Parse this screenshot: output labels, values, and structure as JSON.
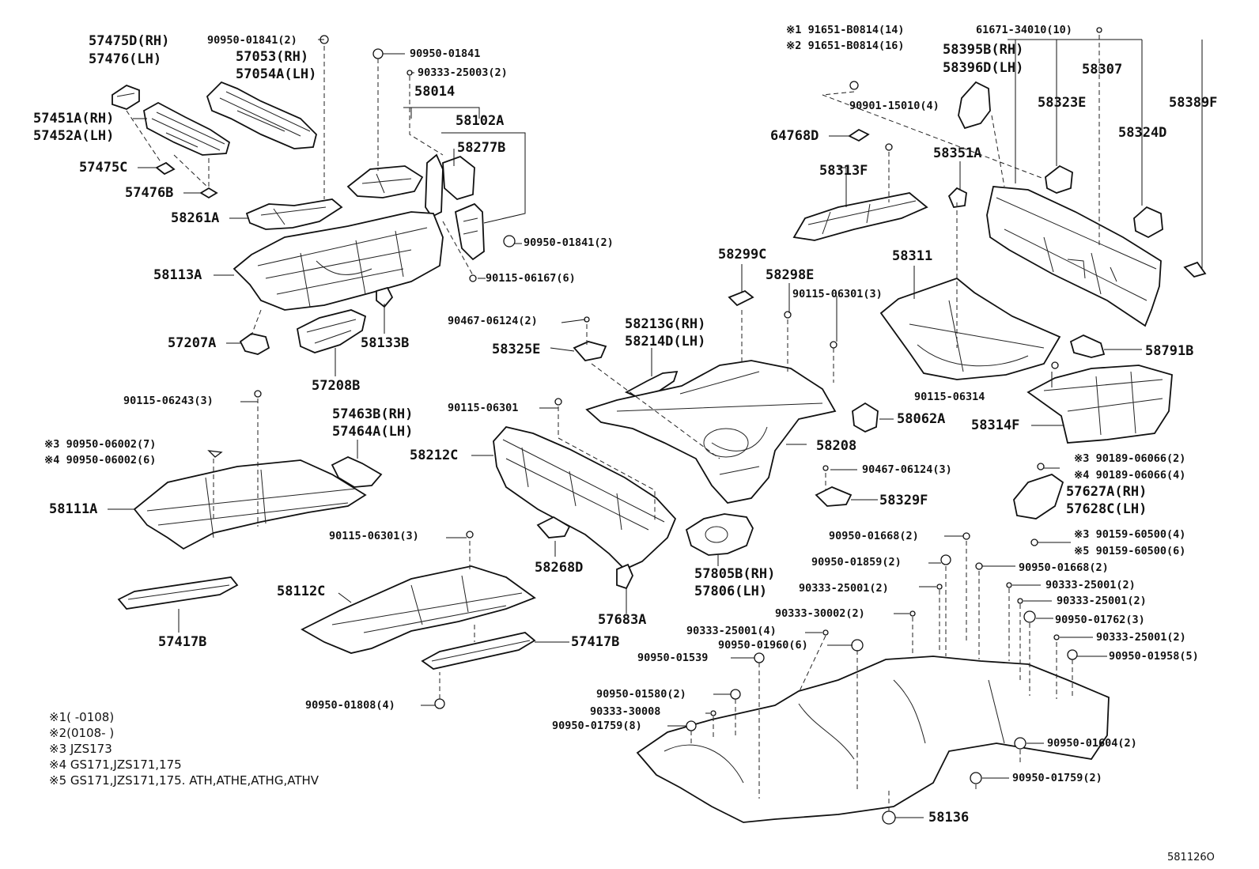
{
  "labels": {
    "l_57475D": "57475D(RH)",
    "l_57476": "57476(LH)",
    "l_90950_01841_2a": "90950-01841(2)",
    "l_57053": "57053(RH)",
    "l_57054A": "57054A(LH)",
    "l_90950_01841": "90950-01841",
    "l_90333_25003": "90333-25003(2)",
    "l_58014": "58014",
    "l_58102A": "58102A",
    "l_58277B": "58277B",
    "l_57451A": "57451A(RH)",
    "l_57452A": "57452A(LH)",
    "l_57475C": "57475C",
    "l_57476B": "57476B",
    "l_58261A": "58261A",
    "l_90950_01841_2b": "90950-01841(2)",
    "l_90115_06167": "90115-06167(6)",
    "l_58113A": "58113A",
    "l_57207A": "57207A",
    "l_58133B": "58133B",
    "l_57208B": "57208B",
    "l_note1_top": "※1 91651-B0814(14)",
    "l_note2_top": "※2 91651-B0814(16)",
    "l_61671": "61671-34010(10)",
    "l_58395B": "58395B(RH)",
    "l_58396D": "58396D(LH)",
    "l_58307": "58307",
    "l_90901": "90901-15010(4)",
    "l_58323E": "58323E",
    "l_58389F": "58389F",
    "l_58324D": "58324D",
    "l_64768D": "64768D",
    "l_58351A": "58351A",
    "l_58313F": "58313F",
    "l_58311": "58311",
    "l_58299C": "58299C",
    "l_58298E": "58298E",
    "l_90115_06301_3a": "90115-06301(3)",
    "l_90467_06124_2": "90467-06124(2)",
    "l_58213G": "58213G(RH)",
    "l_58214D": "58214D(LH)",
    "l_58325E": "58325E",
    "l_58791B": "58791B",
    "l_90115_06314": "90115-06314",
    "l_58314F": "58314F",
    "l_90115_06243": "90115-06243(3)",
    "l_57463B": "57463B(RH)",
    "l_57464A": "57464A(LH)",
    "l_90115_06301": "90115-06301",
    "l_58062A": "58062A",
    "l_58208": "58208",
    "l_n3_90950_06002": "※3 90950-06002(7)",
    "l_n4_90950_06002": "※4 90950-06002(6)",
    "l_58212C": "58212C",
    "l_90467_06124_3": "90467-06124(3)",
    "l_n3_90189": "※3 90189-06066(2)",
    "l_n4_90189": "※4 90189-06066(4)",
    "l_57627A": "57627A(RH)",
    "l_57628C": "57628C(LH)",
    "l_58111A": "58111A",
    "l_58329F": "58329F",
    "l_n3_90159": "※3 90159-60500(4)",
    "l_n5_90159": "※5 90159-60500(6)",
    "l_90950_01668_2a": "90950-01668(2)",
    "l_90115_06301_3b": "90115-06301(3)",
    "l_58268D": "58268D",
    "l_57805B": "57805B(RH)",
    "l_57806": "57806(LH)",
    "l_90950_01859": "90950-01859(2)",
    "l_90950_01668_2b": "90950-01668(2)",
    "l_90333_25001_2a": "90333-25001(2)",
    "l_90333_25001_2b": "90333-25001(2)",
    "l_90333_25001_2c": "90333-25001(2)",
    "l_58112C": "58112C",
    "l_90333_30002": "90333-30002(2)",
    "l_90950_01762": "90950-01762(3)",
    "l_57683A": "57683A",
    "l_90333_25001_4": "90333-25001(4)",
    "l_90333_25001_2d": "90333-25001(2)",
    "l_90950_01960": "90950-01960(6)",
    "l_90950_01958": "90950-01958(5)",
    "l_57417B_a": "57417B",
    "l_57417B_b": "57417B",
    "l_90950_01539": "90950-01539",
    "l_90950_01580": "90950-01580(2)",
    "l_90333_30008": "90333-30008",
    "l_90950_01808": "90950-01808(4)",
    "l_90950_01759_8": "90950-01759(8)",
    "l_90950_01604": "90950-01604(2)",
    "l_90950_01759_2": "90950-01759(2)",
    "l_58136": "58136",
    "fn1": "※1(        -0108)",
    "fn2": "※2(0108-        )",
    "fn3": "※3 JZS173",
    "fn4": "※4 GS171,JZS171,175",
    "fn5": "※5 GS171,JZS171,175. ATH,ATHE,ATHG,ATHV",
    "figure_code": "581126O"
  }
}
